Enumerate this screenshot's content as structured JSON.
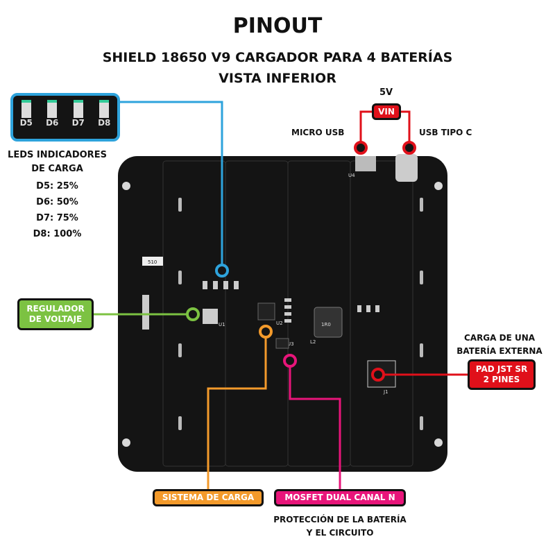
{
  "title": "PINOUT",
  "subtitle_line1": "SHIELD 18650 V9 CARGADOR PARA 4 BATERÍAS",
  "subtitle_line2": "VISTA INFERIOR",
  "leds": {
    "labels": [
      "D5",
      "D6",
      "D7",
      "D8"
    ],
    "heading1": "LEDS INDICADORES",
    "heading2": "DE CARGA",
    "levels": [
      "D5: 25%",
      "D6: 50%",
      "D7: 75%",
      "D8: 100%"
    ],
    "color": "#2ea3dc"
  },
  "vin": {
    "voltage": "5V",
    "label": "VIN",
    "micro_usb": "MICRO USB",
    "usb_c": "USB TIPO C",
    "color": "#e0101a"
  },
  "regulator": {
    "line1": "REGULADOR",
    "line2": "DE VOLTAJE",
    "color": "#7cc242"
  },
  "charging": {
    "label": "SISTEMA DE CARGA",
    "color": "#f39a2b"
  },
  "mosfet": {
    "label": "MOSFET DUAL CANAL N",
    "desc1": "PROTECCIÓN DE LA BATERÍA",
    "desc2": "Y EL CIRCUITO",
    "color": "#e8157a"
  },
  "external": {
    "desc1": "CARGA DE UNA",
    "desc2": "BATERÍA EXTERNA",
    "line1": "PAD JST SR",
    "line2": "2 PINES",
    "color": "#e0101a"
  },
  "silkscreen": {
    "inductor": "1R0",
    "l2": "L2",
    "u1": "U1",
    "u2": "U2",
    "u3": "U3",
    "u4": "U4",
    "j1": "J1",
    "r510": "510"
  }
}
